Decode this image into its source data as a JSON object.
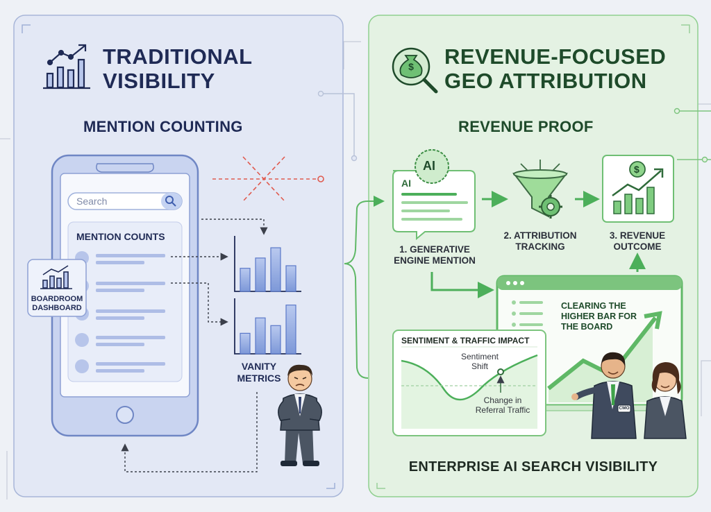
{
  "left": {
    "title_line1": "TRADITIONAL",
    "title_line2": "VISIBILITY",
    "subtitle": "MENTION COUNTING",
    "phone": {
      "search_placeholder": "Search",
      "card_title": "MENTION COUNTS"
    },
    "dashboard_label_line1": "BOARDROOM",
    "dashboard_label_line2": "DASHBOARD",
    "vanity_line1": "VANITY",
    "vanity_line2": "METRICS",
    "bars_top": [
      0.45,
      0.65,
      0.85,
      0.5
    ],
    "bars_bottom": [
      0.4,
      0.7,
      0.55,
      0.95
    ]
  },
  "right": {
    "title_line1": "REVENUE-FOCUSED",
    "title_line2": "GEO ATTRIBUTION",
    "subtitle": "REVENUE PROOF",
    "steps": [
      {
        "line1": "1. GENERATIVE",
        "line2": "ENGINE MENTION",
        "badge": "AI",
        "card_text": "AI"
      },
      {
        "line1": "2. ATTRIBUTION",
        "line2": "TRACKING"
      },
      {
        "line1": "3. REVENUE",
        "line2": "OUTCOME",
        "coin": "$"
      }
    ],
    "board_text_line1": "CLEARING THE",
    "board_text_line2": "HIGHER BAR FOR",
    "board_text_line3": "THE BOARD",
    "chart_title": "SENTIMENT & TRAFFIC IMPACT",
    "sentiment_line1": "Sentiment",
    "sentiment_line2": "Shift",
    "change_line1": "Change in",
    "change_line2": "Referral Traffic",
    "cmo_badge": "CMO",
    "footer": "ENTERPRISE AI SEARCH VISIBILITY",
    "coin_symbol": "$"
  },
  "colors": {
    "left_panel": "#e3e8f5",
    "right_panel": "#e4f2e3",
    "accent_blue": "#5a78c8",
    "accent_green": "#4caf5a",
    "alert_red": "#e05a4e"
  }
}
